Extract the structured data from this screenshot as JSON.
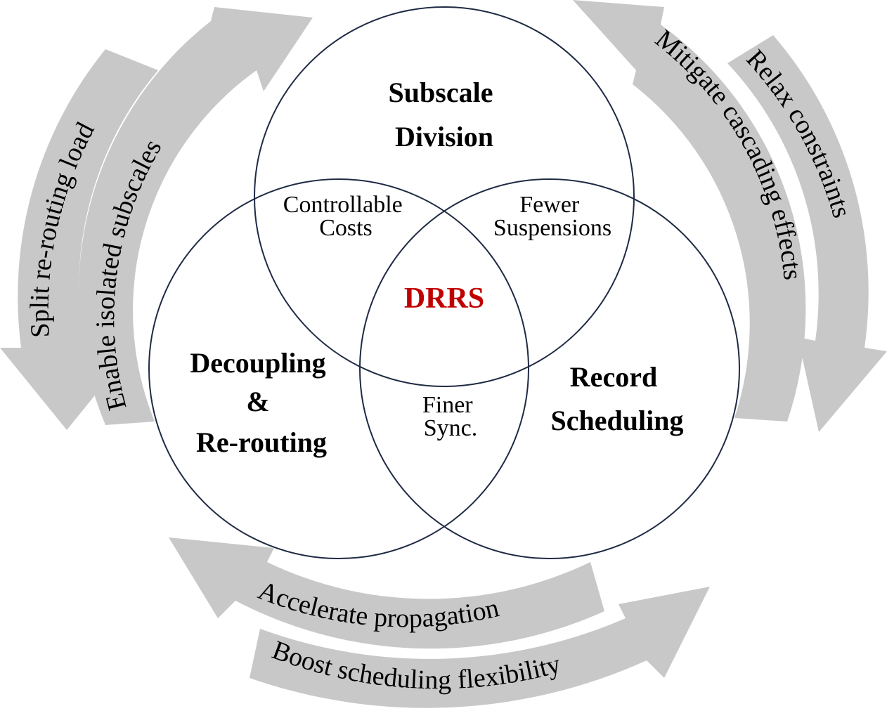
{
  "colors": {
    "circle_stroke": "#1f2a44",
    "arrow_fill": "#c8c8c8",
    "center_text": "#c00000",
    "text": "#000000"
  },
  "circles": {
    "subscale": [
      "Subscale",
      "Division"
    ],
    "decoupling": [
      "Decoupling",
      "&",
      "Re-routing"
    ],
    "record": [
      "Record",
      "Scheduling"
    ]
  },
  "overlaps": {
    "controllable": [
      "Controllable",
      "Costs"
    ],
    "fewer": [
      "Fewer",
      "Suspensions"
    ],
    "finer": [
      "Finer",
      "Sync."
    ]
  },
  "center": "DRRS",
  "arrows": {
    "left_outer": "Split re-routing load",
    "left_inner": "Enable  isolated subscales",
    "right_inner": "Mitigate cascading effects",
    "right_outer": "Relax constraints",
    "bottom_inner": "Accelerate propagation",
    "bottom_outer": "Boost scheduling flexibility"
  }
}
